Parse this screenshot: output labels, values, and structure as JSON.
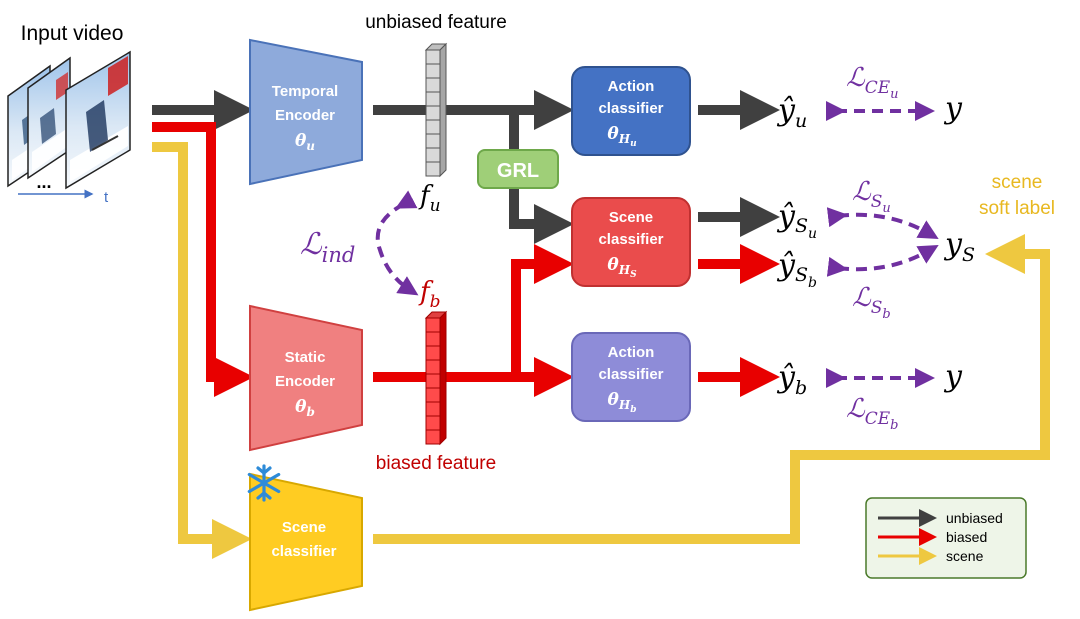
{
  "title": "Input video",
  "time_axis_label": "t",
  "ellipsis": "...",
  "labels": {
    "unbiased_feature": "unbiased feature",
    "biased_feature": "biased feature",
    "scene_soft_label_line1": "scene",
    "scene_soft_label_line2": "soft label",
    "grl": "GRL"
  },
  "modules": {
    "temporal_encoder": {
      "line1": "Temporal",
      "line2": "Encoder",
      "param": "θ",
      "param_sub": "u"
    },
    "static_encoder": {
      "line1": "Static",
      "line2": "Encoder",
      "param": "θ",
      "param_sub": "b"
    },
    "scene_encoder": {
      "line1": "Scene",
      "line2": "classifier"
    },
    "action_classifier_u": {
      "line1": "Action",
      "line2": "classifier",
      "param": "θ",
      "param_sub": "H",
      "param_subsub": "u"
    },
    "scene_classifier": {
      "line1": "Scene",
      "line2": "classifier",
      "param": "θ",
      "param_sub": "H",
      "param_subsub": "S"
    },
    "action_classifier_b": {
      "line1": "Action",
      "line2": "classifier",
      "param": "θ",
      "param_sub": "H",
      "param_subsub": "b"
    }
  },
  "features": {
    "f_u": {
      "base": "f",
      "sub": "u"
    },
    "f_b": {
      "base": "f",
      "sub": "b"
    }
  },
  "outputs": {
    "y_hat_u": {
      "base": "ŷ",
      "sub": "u"
    },
    "y_hat_su": {
      "base": "ŷ",
      "sub": "S",
      "subsub": "u"
    },
    "y_hat_sb": {
      "base": "ŷ",
      "sub": "S",
      "subsub": "b"
    },
    "y_hat_b": {
      "base": "ŷ",
      "sub": "b"
    },
    "y_top": "y",
    "y_bottom": "y",
    "y_s": {
      "base": "y",
      "sub": "S"
    }
  },
  "losses": {
    "ind": {
      "base": "ℒ",
      "sub": "ind"
    },
    "ce_u": {
      "base": "ℒ",
      "sub": "CE",
      "subsub": "u"
    },
    "s_u": {
      "base": "ℒ",
      "sub": "S",
      "subsub": "u"
    },
    "s_b": {
      "base": "ℒ",
      "sub": "S",
      "subsub": "b"
    },
    "ce_b": {
      "base": "ℒ",
      "sub": "CE",
      "subsub": "b"
    }
  },
  "legend": [
    {
      "label": "unbiased",
      "color": "#404040"
    },
    {
      "label": "biased",
      "color": "#e80000"
    },
    {
      "label": "scene",
      "color": "#eec840"
    }
  ],
  "colors": {
    "unbiased": "#404040",
    "biased": "#e80000",
    "scene": "#eec840",
    "loss": "#7030a0",
    "biased_text": "#c00000",
    "scene_text": "#e8b820"
  }
}
